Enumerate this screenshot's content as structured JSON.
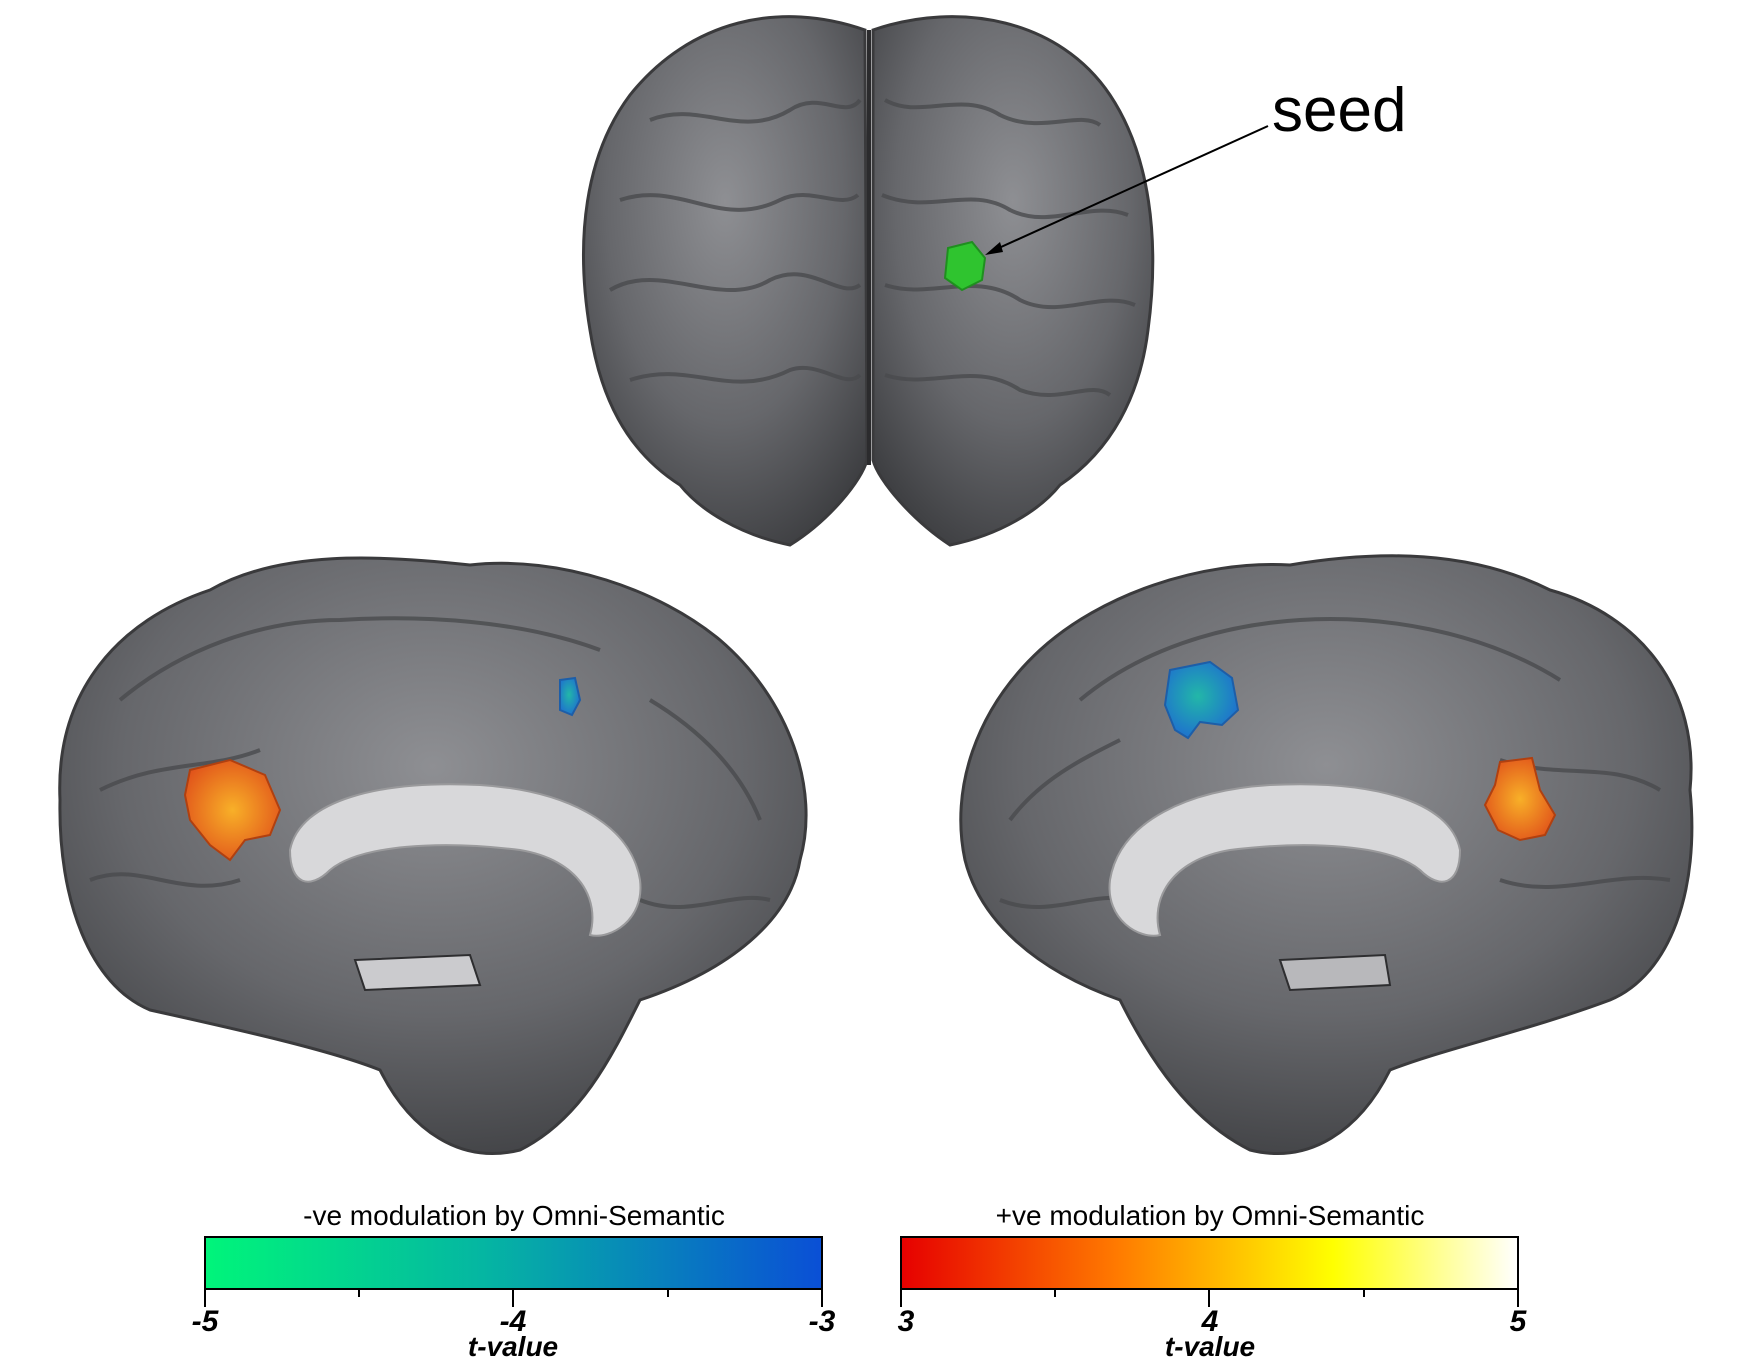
{
  "annotations": {
    "seed_label": "seed"
  },
  "colorbars": {
    "negative": {
      "title": "-ve modulation by Omni-Semantic",
      "axis_label": "t-value",
      "ticks": [
        "-5",
        "-4",
        "-3"
      ],
      "range": [
        -5,
        -3
      ],
      "color_start": "#00f57a",
      "color_end": "#0a4fd6"
    },
    "positive": {
      "title": "+ve modulation by Omni-Semantic",
      "axis_label": "t-value",
      "ticks": [
        "3",
        "4",
        "5"
      ],
      "range": [
        3,
        5
      ],
      "color_stops": [
        "#e60000",
        "#ff7a00",
        "#ffff00",
        "#ffffff"
      ]
    }
  },
  "views": [
    "frontal",
    "left-medial",
    "right-medial"
  ],
  "colors": {
    "brain": "#5f6063",
    "brain_light": "#8d8e92",
    "corpus_callosum": "#d8d8da",
    "seed": "#2fc42f",
    "positive_cluster": "#f47a14",
    "negative_cluster": "#1f8fd0"
  }
}
